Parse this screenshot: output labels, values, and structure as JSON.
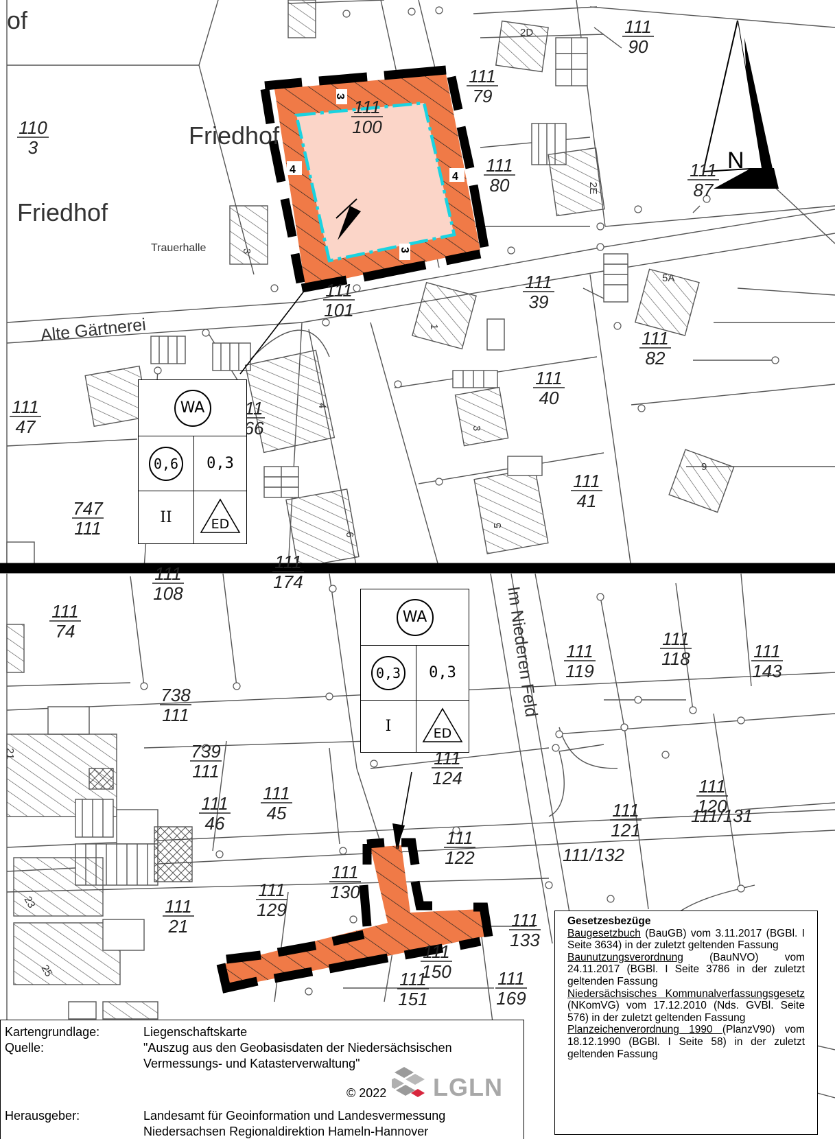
{
  "map": {
    "places": {
      "friedhof_big": "Friedhof",
      "friedhof_partial": "Friedhof",
      "friedhof_corner": "of",
      "trauerhalle": "Trauerhalle",
      "alte_gaertnerei": "Alte Gärtnerei",
      "im_niederen_feld": "Im Niederen Feld"
    },
    "north_label": "N",
    "parcels": [
      {
        "n": "110",
        "d": "3"
      },
      {
        "n": "111",
        "d": "100"
      },
      {
        "n": "111",
        "d": "79"
      },
      {
        "n": "111",
        "d": "90"
      },
      {
        "n": "111",
        "d": "80"
      },
      {
        "n": "111",
        "d": "87"
      },
      {
        "n": "111",
        "d": "101"
      },
      {
        "n": "111",
        "d": "39"
      },
      {
        "n": "111",
        "d": "82"
      },
      {
        "n": "111",
        "d": "40"
      },
      {
        "n": "111",
        "d": "47"
      },
      {
        "n": "11",
        "d": "66"
      },
      {
        "n": "111",
        "d": "41"
      },
      {
        "n": "747",
        "d": "111"
      },
      {
        "n": "111",
        "d": "108"
      },
      {
        "n": "111",
        "d": "174"
      },
      {
        "n": "111",
        "d": "74"
      },
      {
        "n": "111",
        "d": "119"
      },
      {
        "n": "111",
        "d": "118"
      },
      {
        "n": "111",
        "d": "143"
      },
      {
        "n": "738",
        "d": "111"
      },
      {
        "n": "739",
        "d": "111"
      },
      {
        "n": "111",
        "d": "124"
      },
      {
        "n": "111",
        "d": "46"
      },
      {
        "n": "111",
        "d": "45"
      },
      {
        "n": "111",
        "d": "121"
      },
      {
        "n": "111",
        "d": "120"
      },
      {
        "n": "111",
        "d": "122"
      },
      {
        "n": "111",
        "d": "130"
      },
      {
        "n": "111",
        "d": "129"
      },
      {
        "n": "111",
        "d": "21"
      },
      {
        "n": "111",
        "d": "150"
      },
      {
        "n": "111",
        "d": "133"
      },
      {
        "n": "111",
        "d": "151"
      },
      {
        "n": "111",
        "d": "169"
      }
    ],
    "inline_parcels": [
      "111/131",
      "111/132"
    ],
    "house_numbers": [
      "2D",
      "2E",
      "3",
      "5A",
      "1",
      "4",
      "3",
      "9",
      "5",
      "6",
      "23",
      "25",
      "21"
    ],
    "setbacks": [
      "3",
      "4",
      "4",
      "3"
    ]
  },
  "nutzung_top": {
    "zone": "WA",
    "grz": "0,6",
    "gfz": "0,3",
    "geschosse": "II",
    "bauweise": "ED"
  },
  "nutzung_bottom": {
    "zone": "WA",
    "grz": "0,3",
    "gfz": "0,3",
    "geschosse": "I",
    "bauweise": "ED"
  },
  "gesetze": {
    "title": "Gesetzesbezüge",
    "items": [
      {
        "link": "Baugesetzbuch",
        "text": " (BauGB) vom 3.11.2017 (BGBl. I Seite 3634) in der zuletzt geltenden Fassung"
      },
      {
        "link": "Baunutzungsverordnung",
        "text": " (BauNVO) vom 24.11.2017 (BGBl. I Seite 3786 in der zuletzt geltenden Fassung"
      },
      {
        "link": "Niedersächsisches Kommunalverfassungsgesetz",
        "text": " (NKomVG) vom 17.12.2010 (Nds. GVBl. Seite 576) in der zuletzt geltenden Fassung"
      },
      {
        "link": "Planzeichenverordnung 1990 ",
        "text": "(PlanzV90) vom 18.12.1990 (BGBl. I Seite 58) in der zuletzt geltenden Fassung"
      }
    ]
  },
  "quelle": {
    "kartengrundlage_label": "Kartengrundlage:",
    "kartengrundlage_value": "Liegenschaftskarte",
    "quelle_label": "Quelle:",
    "quelle_line1": "\"Auszug aus den Geobasisdaten der Niedersächsischen",
    "quelle_line2": "Vermessungs- und Katasterverwaltung\"",
    "copyright": "© 2022",
    "logo_text": "LGLN",
    "herausgeber_label": "Herausgeber:",
    "herausgeber_line1": "Landesamt für Geoinformation und Landesvermessung",
    "herausgeber_line2": "Niedersachsen Regionaldirektion Hameln-Hannover"
  },
  "colors": {
    "plot_fill": "#f07a47",
    "inner_fill": "#fbd5c8",
    "boundary": "#1ad3e0",
    "black": "#000000"
  }
}
